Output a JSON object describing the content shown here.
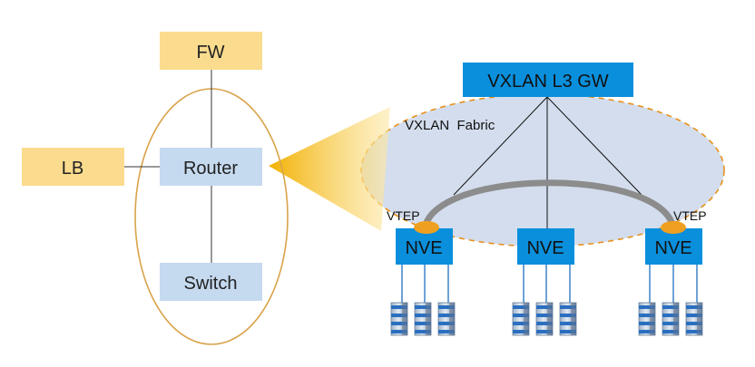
{
  "left_network": {
    "fw_label": "FW",
    "lb_label": "LB",
    "router_label": "Router",
    "switch_label": "Switch"
  },
  "fabric": {
    "gateway_label": "VXLAN L3 GW",
    "fabric_label": "VXLAN  Fabric",
    "vtep_left_label": "VTEP",
    "vtep_right_label": "VTEP",
    "nve_labels": [
      "NVE",
      "NVE",
      "NVE"
    ]
  },
  "colors": {
    "yellow_box": "#fbdc8e",
    "light_blue_box": "#c5d9ef",
    "blue_box": "#0a8fdc",
    "ellipse_stroke": "#d9a34a",
    "fabric_fill": "#d3dded",
    "fabric_stroke": "#e8901a",
    "vtep_dot": "#f0a020",
    "tunnel": "#8c8c8c",
    "beam": "#f6b400",
    "server": "#1f6fbf"
  }
}
